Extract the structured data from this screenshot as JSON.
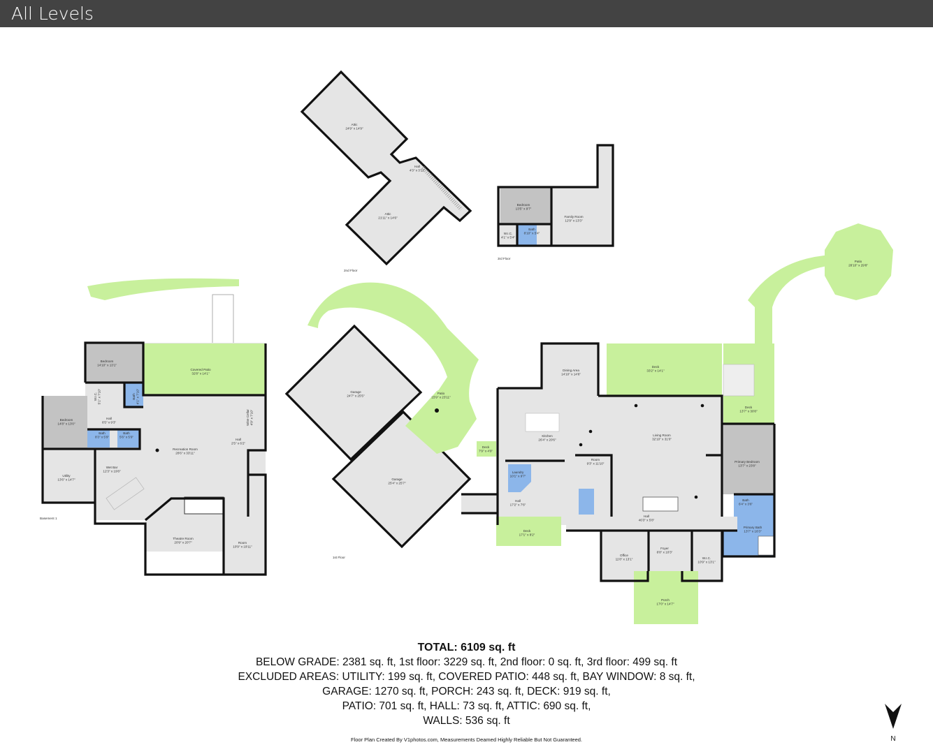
{
  "header": {
    "title": "All Levels"
  },
  "floor_labels": {
    "basement": "Basement 1",
    "first": "1st Floor",
    "second": "2nd Floor",
    "third": "3rd Floor"
  },
  "rooms": {
    "basement": [
      {
        "name": "Bedroom",
        "dims": "14'10\" x 13'1\""
      },
      {
        "name": "Covered Patio",
        "dims": "32'8\" x 14'1\""
      },
      {
        "name": "Bedroom",
        "dims": "14'8\" x 13'0\""
      },
      {
        "name": "W.I.C.",
        "dims": "5'1\" x 7'10\""
      },
      {
        "name": "Bath",
        "dims": "4'1\" x 7'10\""
      },
      {
        "name": "Hall",
        "dims": "6'5\" x 9'3\""
      },
      {
        "name": "Bath",
        "dims": "8'3\" x 5'9\""
      },
      {
        "name": "Bath",
        "dims": "5'6\" x 5'9\""
      },
      {
        "name": "Recreation Room",
        "dims": "28'6\" x 33'11\""
      },
      {
        "name": "Wine Cellar",
        "dims": "4'9\" x 7'10\""
      },
      {
        "name": "Hall",
        "dims": "2'5\" x 6'2\""
      },
      {
        "name": "Utility",
        "dims": "13'6\" x 14'7\""
      },
      {
        "name": "Wet Bar",
        "dims": "12'3\" x 19'8\""
      },
      {
        "name": "Theatre Room",
        "dims": "20'9\" x 20'7\""
      },
      {
        "name": "Room",
        "dims": "10'9\" x 19'11\""
      }
    ],
    "second": [
      {
        "name": "Attic",
        "dims": "24'9\" x 14'9\""
      },
      {
        "name": "Hall",
        "dims": "4'3\" x 3'11\""
      },
      {
        "name": "Attic",
        "dims": "21'11\" x 14'6\""
      }
    ],
    "third": [
      {
        "name": "Bedroom",
        "dims": "13'5\" x 9'7\""
      },
      {
        "name": "W.I.C.",
        "dims": "4'1\" x 5'4\""
      },
      {
        "name": "Bath",
        "dims": "8'10\" x 5'4\""
      },
      {
        "name": "Family Room",
        "dims": "12'9\" x 13'3\""
      }
    ],
    "first": [
      {
        "name": "Garage",
        "dims": "24'7\" x 25'5\""
      },
      {
        "name": "Garage",
        "dims": "25'4\" x 25'7\""
      },
      {
        "name": "Patio",
        "dims": "15'9\" x 23'11\""
      },
      {
        "name": "Deck",
        "dims": "7'9\" x 4'9\""
      },
      {
        "name": "Dining Area",
        "dims": "14'10\" x 14'6\""
      },
      {
        "name": "Kitchen",
        "dims": "26'4\" x 20'6\""
      },
      {
        "name": "Deck",
        "dims": "33'2\" x 14'1\""
      },
      {
        "name": "Deck",
        "dims": "13'7\" x 30'8\""
      },
      {
        "name": "Patio",
        "dims": "28'10\" x 29'8\""
      },
      {
        "name": "Living Room",
        "dims": "32'10\" x 31'0\""
      },
      {
        "name": "Room",
        "dims": "9'3\" x 11'10\""
      },
      {
        "name": "Laundry",
        "dims": "10'1\" x 9'7\""
      },
      {
        "name": "Hall",
        "dims": "17'2\" x 7'6\""
      },
      {
        "name": "Deck",
        "dims": "17'1\" x 8'2\""
      },
      {
        "name": "Hall",
        "dims": "46'3\" x 5'8\""
      },
      {
        "name": "Primary Bedroom",
        "dims": "13'7\" x 23'8\""
      },
      {
        "name": "Bath",
        "dims": "6'4\" x 3'6\""
      },
      {
        "name": "Primary Bath",
        "dims": "13'7\" x 16'3\""
      },
      {
        "name": "Office",
        "dims": "11'8\" x 13'1\""
      },
      {
        "name": "Foyer",
        "dims": "8'8\" x 10'3\""
      },
      {
        "name": "W.I.C.",
        "dims": "10'9\" x 13'1\""
      },
      {
        "name": "Porch",
        "dims": "17'0\" x 14'7\""
      }
    ]
  },
  "summary": {
    "total": "TOTAL: 6109 sq. ft",
    "lines": [
      "BELOW GRADE: 2381 sq. ft, 1st floor: 3229 sq. ft, 2nd floor: 0 sq. ft, 3rd floor: 499 sq. ft",
      "EXCLUDED AREAS: UTILITY: 199 sq. ft, COVERED PATIO: 448 sq. ft, BAY WINDOW: 8 sq. ft,",
      "GARAGE: 1270 sq. ft, PORCH: 243 sq. ft, DECK: 919 sq. ft,",
      "PATIO: 701 sq. ft, HALL: 73 sq. ft, ATTIC: 690 sq. ft,",
      "WALLS: 536 sq. ft"
    ],
    "credit": "Floor Plan Created By V1photos.com, Measurements Deamed Highly Reliable But Not Guaranteed."
  },
  "compass": {
    "label": "N"
  },
  "colors": {
    "header": "#434343",
    "room": "#e5e5e5",
    "outdoor": "#c8f09c",
    "bath": "#8cb6ea",
    "bedroom": "#c3c3c3"
  }
}
